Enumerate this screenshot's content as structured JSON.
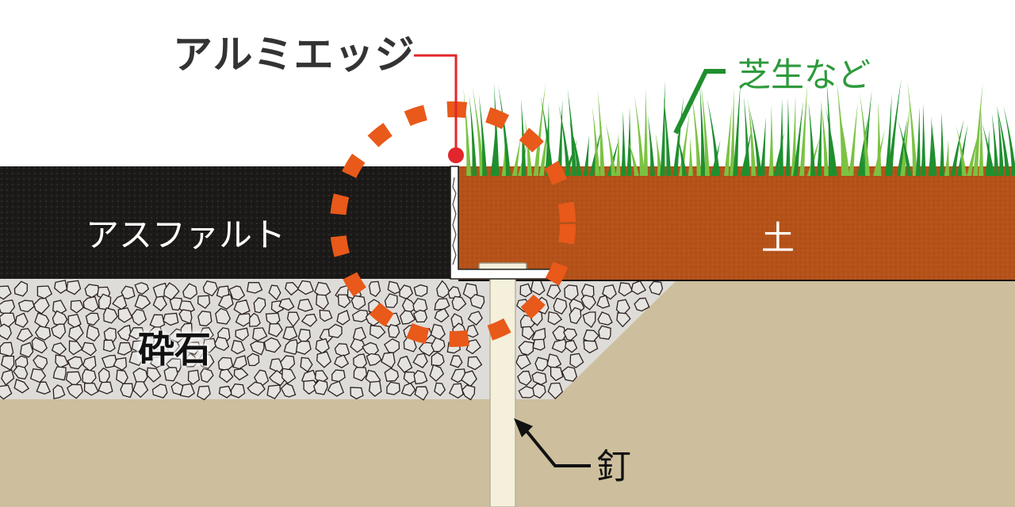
{
  "labels": {
    "aluminum_edge": "アルミエッジ",
    "lawn": "芝生など",
    "asphalt": "アスファルト",
    "soil": "土",
    "gravel": "砕石",
    "nail": "釘"
  },
  "colors": {
    "asphalt": "#1c1a19",
    "soil": "#b5521a",
    "ground": "#cdbf9d",
    "gravel": "#dedcd8",
    "gravel_outline": "#2a2020",
    "grass_dark": "#1f8f2e",
    "grass_light": "#7cc242",
    "pointer_red": "#e3262b",
    "highlight_orange": "#e8591a",
    "lawn_text": "#2e9a3c",
    "nail": "#f4f0dc"
  }
}
